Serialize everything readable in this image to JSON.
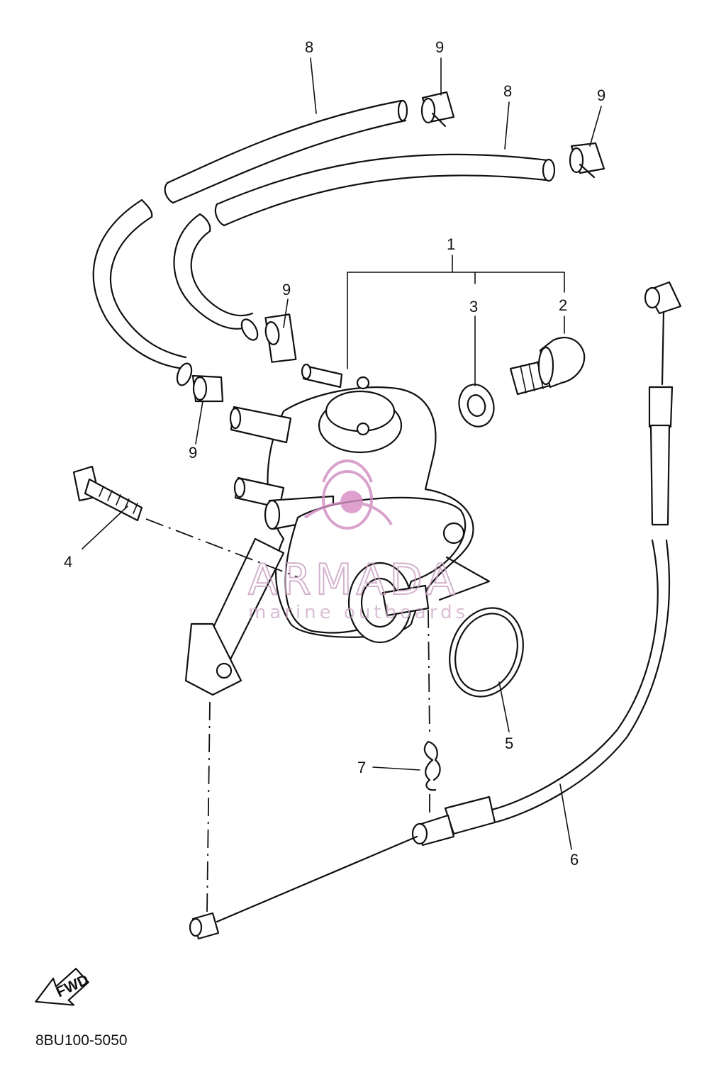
{
  "callouts": {
    "c1": "1",
    "c2": "2",
    "c3": "3",
    "c4": "4",
    "c5": "5",
    "c6": "6",
    "c7": "7",
    "c8a": "8",
    "c8b": "8",
    "c9a": "9",
    "c9b": "9",
    "c9c": "9",
    "c9d": "9"
  },
  "direction_arrow": {
    "label": "FWD"
  },
  "part_code": "8BU100-5050",
  "watermark": {
    "brand": "ARMADA",
    "tagline": "marine outboards"
  },
  "colors": {
    "line": "#111111",
    "watermark": "#c9a0c0"
  }
}
